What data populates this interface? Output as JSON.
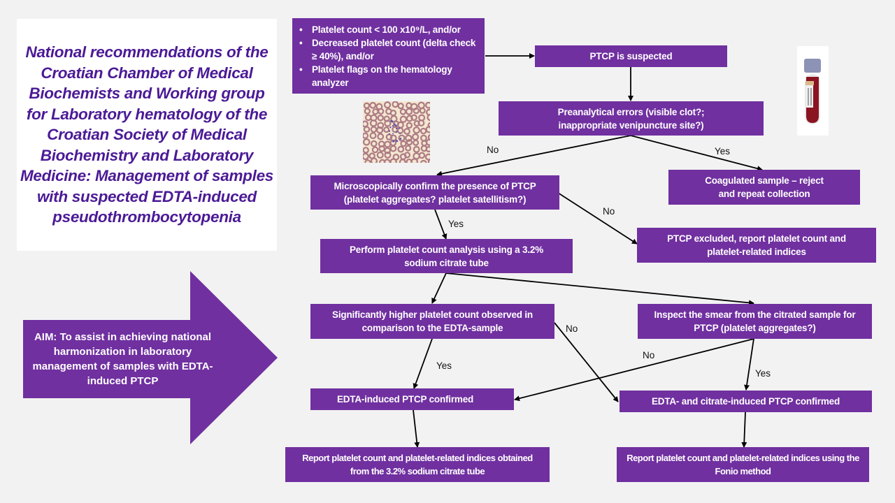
{
  "title": "National recommendations of the Croatian Chamber of Medical Biochemists and Working group for Laboratory hematology of the Croatian Society of Medical Biochemistry and Laboratory Medicine: Management of samples with suspected EDTA-induced pseudothrombocytopenia",
  "aim": "AIM: To assist in achieving national harmonization in laboratory management of samples with EDTA-induced PTCP",
  "colors": {
    "box": "#7030a0",
    "title": "#4b1a96",
    "background": "#f2f2f2"
  },
  "flow": {
    "criteria": [
      "Platelet count < 100 x10⁹/L, and/or",
      "Decreased platelet count (delta check ≥ 40%), and/or",
      "Platelet flags on the hematology analyzer"
    ],
    "suspected": "PTCP is suspected",
    "preanalytical": "Preanalytical errors (visible clot?; inappropriate venipuncture site?)",
    "coagulated": "Coagulated sample – reject and repeat collection",
    "microscopy": "Microscopically confirm the presence of PTCP (platelet aggregates? platelet satellitism?)",
    "excluded": "PTCP excluded, report platelet count and platelet-related indices",
    "citrate_analysis": "Perform platelet count analysis using a 3.2% sodium citrate tube",
    "higher_count": "Significantly higher platelet count observed in comparison to the EDTA-sample",
    "inspect_smear": "Inspect the smear from the citrated sample for PTCP (platelet aggregates?)",
    "edta_confirmed": "EDTA-induced PTCP confirmed",
    "edta_citrate_confirmed": "EDTA- and citrate-induced PTCP confirmed",
    "report_citrate": "Report platelet count and platelet-related indices obtained from the 3.2% sodium citrate tube",
    "report_fonio": "Report platelet count and platelet-related indices using the Fonio method"
  },
  "labels": {
    "no": "No",
    "yes": "Yes"
  },
  "images": {
    "smear": "blood-smear-image",
    "tube": "blood-tube-image"
  }
}
